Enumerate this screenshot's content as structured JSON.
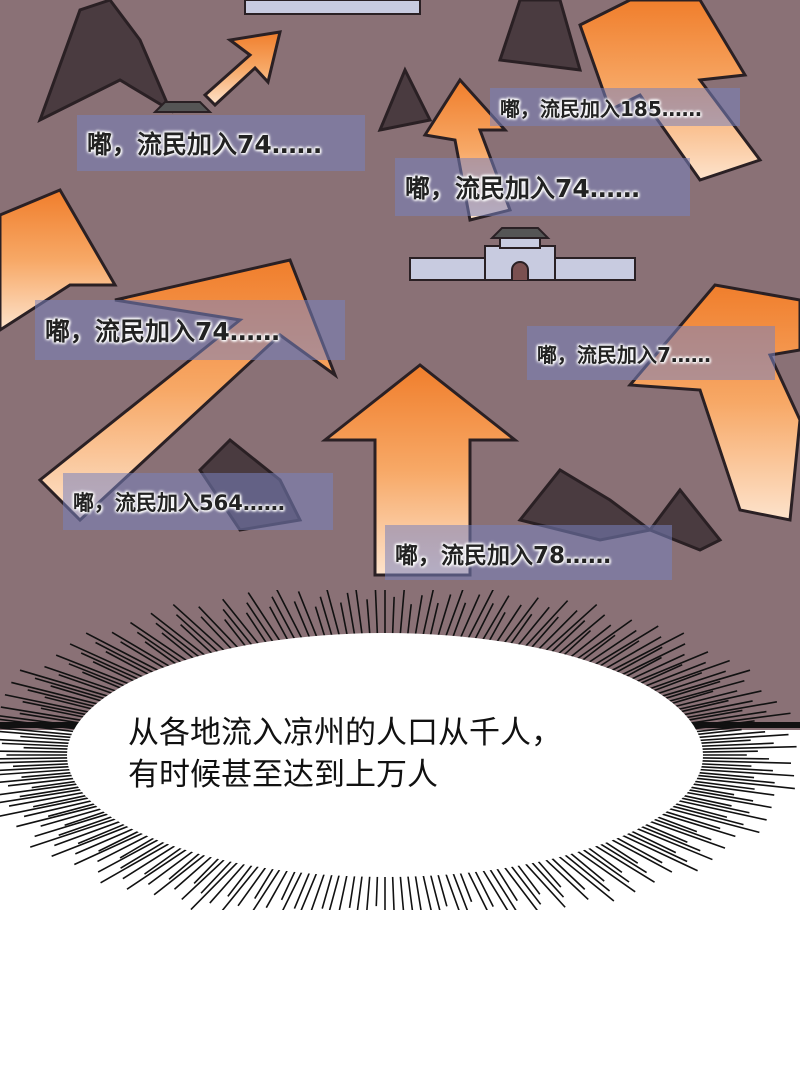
{
  "colors": {
    "background": "#8a7176",
    "arrow": "#f28a3a",
    "arrow_light": "#fbd7b8",
    "label_bg": "#7882be"
  },
  "labels": [
    {
      "text": "嘟，流民加入185……"
    },
    {
      "text": "嘟，流民加入74……"
    },
    {
      "text": "嘟，流民加入74……"
    },
    {
      "text": "嘟，流民加入74……"
    },
    {
      "text": "嘟，流民加入7……"
    },
    {
      "text": "嘟，流民加入564……"
    },
    {
      "text": "嘟，流民加入78……"
    }
  ],
  "caption": {
    "line1": "从各地流入凉州的人口从千人，",
    "line2": "有时候甚至达到上万人"
  }
}
